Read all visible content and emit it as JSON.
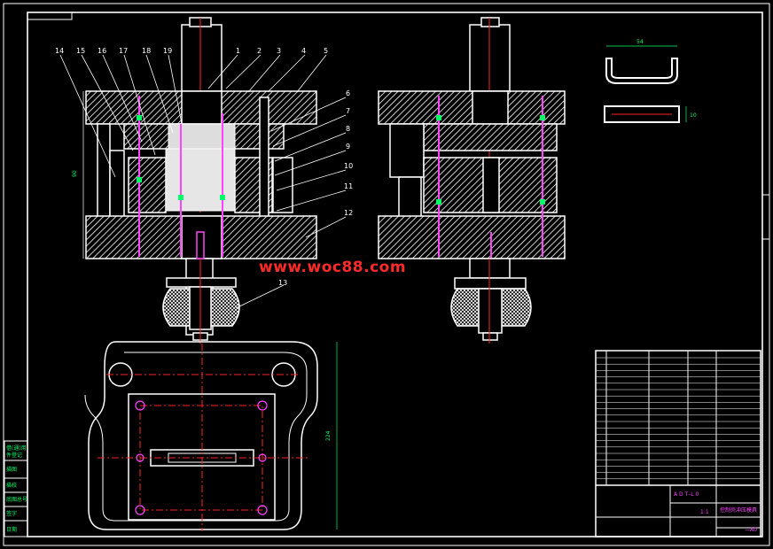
{
  "drawing": {
    "watermark": "www.woc88.com",
    "balloons": [
      "1",
      "2",
      "3",
      "4",
      "5",
      "6",
      "7",
      "8",
      "9",
      "10",
      "11",
      "12",
      "13",
      "14",
      "15",
      "16",
      "17",
      "18",
      "19"
    ],
    "dimensions": {
      "left_view_height": "90",
      "part_width": "54",
      "part_height": "10",
      "base_height": "224"
    },
    "title_block": {
      "drawing_no": "A D T–L 0",
      "drawing_name": "控制壳冲压模具",
      "scale": "1:1",
      "sheet": "—A0"
    },
    "side_panel": [
      "借(通)用",
      "件登记",
      "描图",
      "描校",
      "底图总号",
      "签字",
      "日期"
    ],
    "colors": {
      "background": "#000000",
      "outline": "#ffffff",
      "center_line": "#ff2222",
      "bolt": "#ff44ff",
      "table_text": "#00ff66",
      "watermark": "#ff2a2a"
    }
  }
}
